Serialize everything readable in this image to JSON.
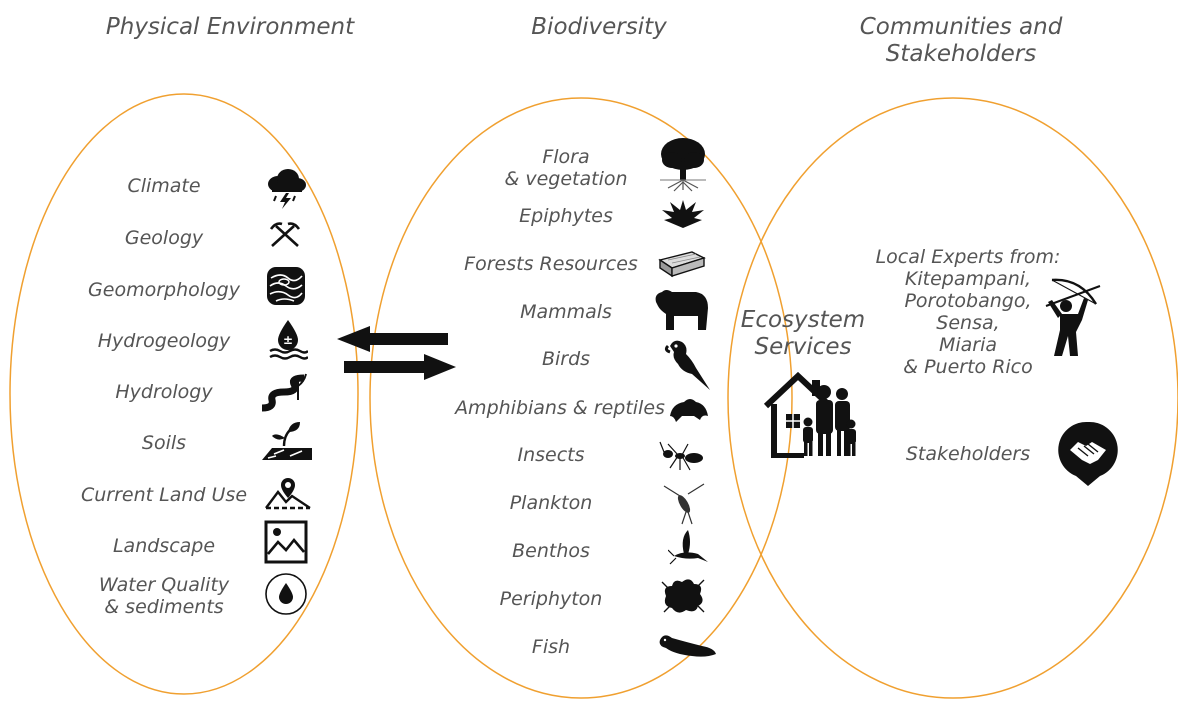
{
  "headers": {
    "physical": "Physical Environment",
    "biodiversity": "Biodiversity",
    "communities": "Communities and\nStakeholders"
  },
  "physical_items": [
    {
      "label": "Climate",
      "icon": "storm-cloud-icon"
    },
    {
      "label": "Geology",
      "icon": "pickaxes-icon"
    },
    {
      "label": "Geomorphology",
      "icon": "terrain-contour-icon"
    },
    {
      "label": "Hydrogeology",
      "icon": "groundwater-drop-icon"
    },
    {
      "label": "Hydrology",
      "icon": "river-icon"
    },
    {
      "label": "Soils",
      "icon": "sprout-soil-icon"
    },
    {
      "label": "Current Land Use",
      "icon": "map-pin-mountains-icon"
    },
    {
      "label": "Landscape",
      "icon": "landscape-picture-icon"
    },
    {
      "label": "Water Quality\n& sediments",
      "icon": "water-drop-circle-icon"
    }
  ],
  "biodiversity_items": [
    {
      "label": "Flora\n& vegetation",
      "icon": "tree-icon"
    },
    {
      "label": "Epiphytes",
      "icon": "bromeliad-icon"
    },
    {
      "label": "Forests Resources",
      "icon": "timber-icon"
    },
    {
      "label": "Mammals",
      "icon": "tapir-icon"
    },
    {
      "label": "Birds",
      "icon": "parrot-icon"
    },
    {
      "label": "Amphibians & reptiles",
      "icon": "frog-icon"
    },
    {
      "label": "Insects",
      "icon": "ant-icon"
    },
    {
      "label": "Plankton",
      "icon": "copepod-icon"
    },
    {
      "label": "Benthos",
      "icon": "mayfly-icon"
    },
    {
      "label": "Periphyton",
      "icon": "algae-icon"
    },
    {
      "label": "Fish",
      "icon": "fish-icon"
    }
  ],
  "center": {
    "label": "Ecosystem\nServices",
    "icon": "family-house-icon"
  },
  "communities": {
    "local_experts": "Local Experts from:\nKitepampani,\nPorotobango,\nSensa,\nMiaria\n& Puerto Rico",
    "local_experts_icon": "archer-icon",
    "stakeholders": "Stakeholders",
    "stakeholders_icon": "handshake-pin-icon"
  },
  "colors": {
    "ellipse": "#f0a030",
    "text": "#555555",
    "icon": "#111111"
  }
}
